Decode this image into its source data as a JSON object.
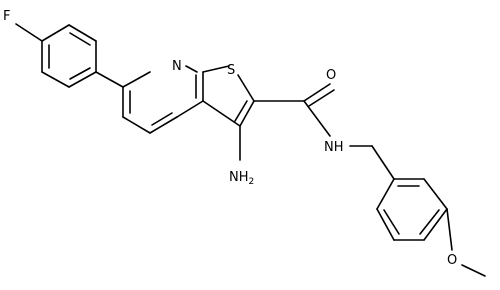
{
  "molecule": {
    "atoms": {
      "fluorine": "F",
      "pyridine_nitrogen": "N",
      "thiophene_sulfur": "S",
      "carbonyl_oxygen": "O",
      "amide_nitrogen": "N",
      "amide_hydrogen": "H",
      "amino_nitrogen": "NH",
      "amino_subscript": "2",
      "methoxy_oxygen": "O"
    }
  }
}
